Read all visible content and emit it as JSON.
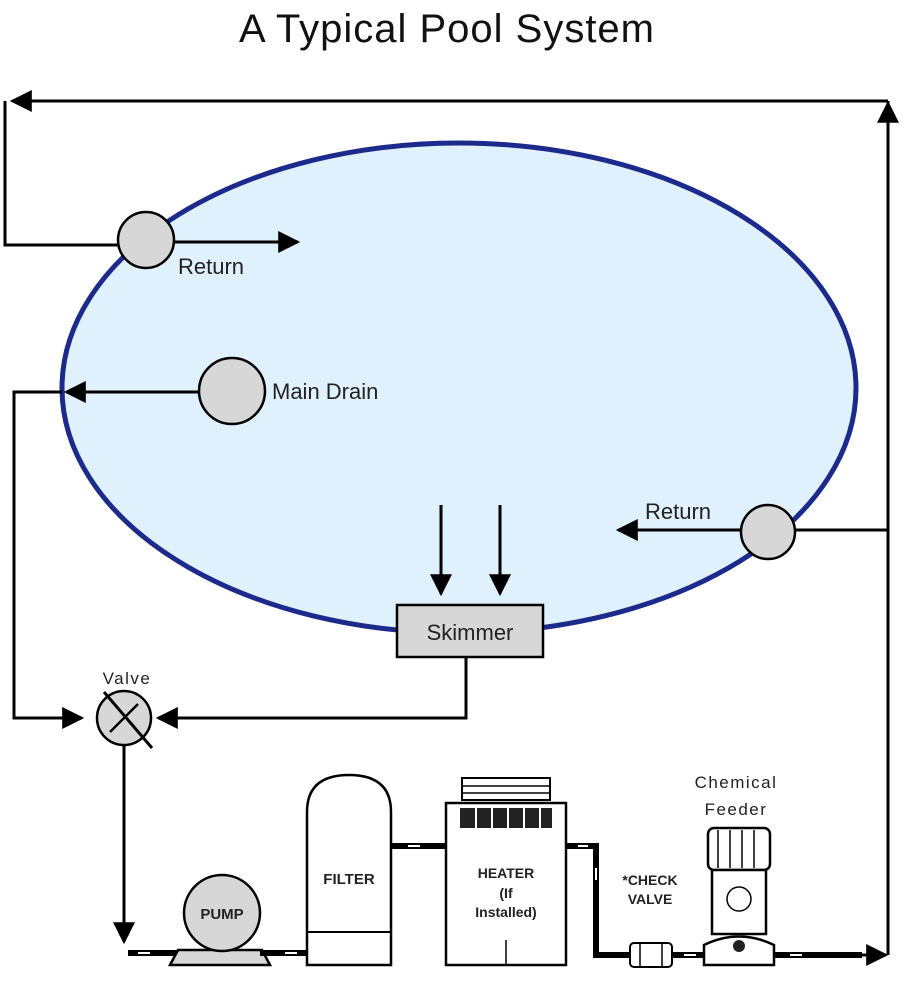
{
  "title": "A Typical Pool System",
  "labels": {
    "return_top": "Return",
    "main_drain": "Main Drain",
    "return_right": "Return",
    "skimmer": "Skimmer",
    "valve": "Valve",
    "pump": "PUMP",
    "filter": "FILTER",
    "heater_line1": "HEATER",
    "heater_line2": "(If",
    "heater_line3": "Installed)",
    "check_valve_line1": "*CHECK",
    "check_valve_line2": "VALVE",
    "chemical_feeder_line1": "Chemical",
    "chemical_feeder_line2": "Feeder"
  },
  "colors": {
    "pool_fill": "#dff1fd",
    "pool_outline": "#1c2a8c",
    "component_fill": "#d7d7d7",
    "line": "#000000"
  }
}
